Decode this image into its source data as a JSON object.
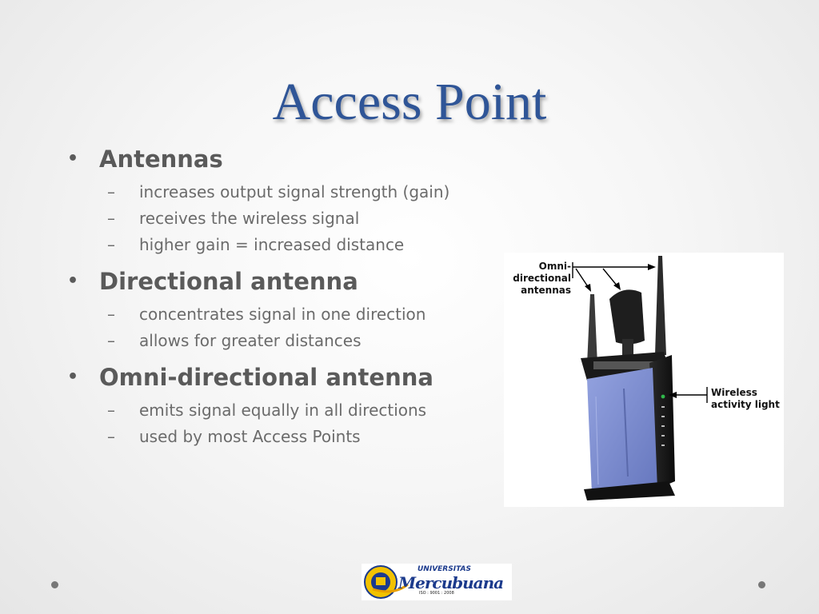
{
  "slide": {
    "title": "Access Point"
  },
  "bullets": [
    {
      "heading": "Antennas",
      "items": [
        "increases output signal strength (gain)",
        "receives the wireless signal",
        "higher gain = increased distance"
      ]
    },
    {
      "heading": "Directional antenna",
      "items": [
        "concentrates signal in one direction",
        "allows for greater distances"
      ]
    },
    {
      "heading": "Omni-directional antenna",
      "items": [
        "emits signal equally in all directions",
        "used by most Access Points"
      ]
    }
  ],
  "bullet_symbol": "•",
  "dash_symbol": "–",
  "figure": {
    "label_omni": [
      "Omni-",
      "directional",
      "antennas"
    ],
    "label_wireless": [
      "Wireless",
      "activity light"
    ]
  },
  "footer": {
    "logo_word_top": "UNIVERSITAS",
    "logo_word_main": "Mercubuana",
    "logo_cert": "ISO : 9001 : 2008"
  },
  "colors": {
    "title": "#2f5597",
    "text": "#5a5a5a",
    "router_blue": "#7e8fd0"
  }
}
